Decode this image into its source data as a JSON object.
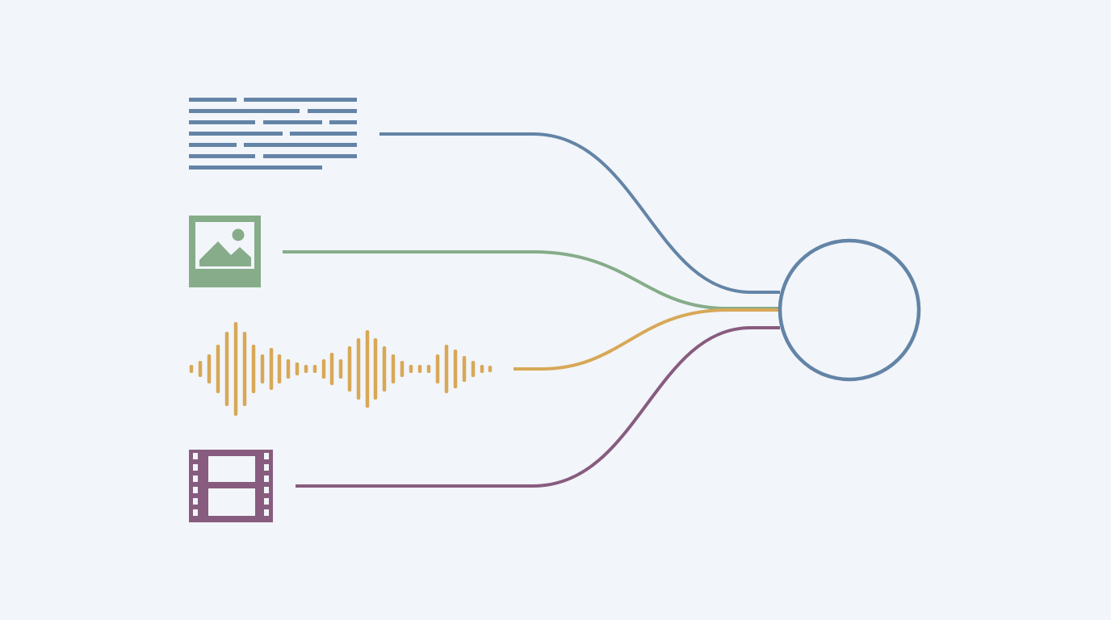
{
  "background": "#f2f5f9",
  "inputs": [
    {
      "id": "text",
      "icon": "text-document-icon",
      "color": "#6384a6"
    },
    {
      "id": "image",
      "icon": "image-icon",
      "color": "#86ac8a"
    },
    {
      "id": "audio",
      "icon": "audio-waveform-icon",
      "color": "#d7a857"
    },
    {
      "id": "video",
      "icon": "film-strip-icon",
      "color": "#875c7f"
    }
  ],
  "hub": {
    "icon": "fusion-node-circle",
    "color": "#6384a6"
  }
}
